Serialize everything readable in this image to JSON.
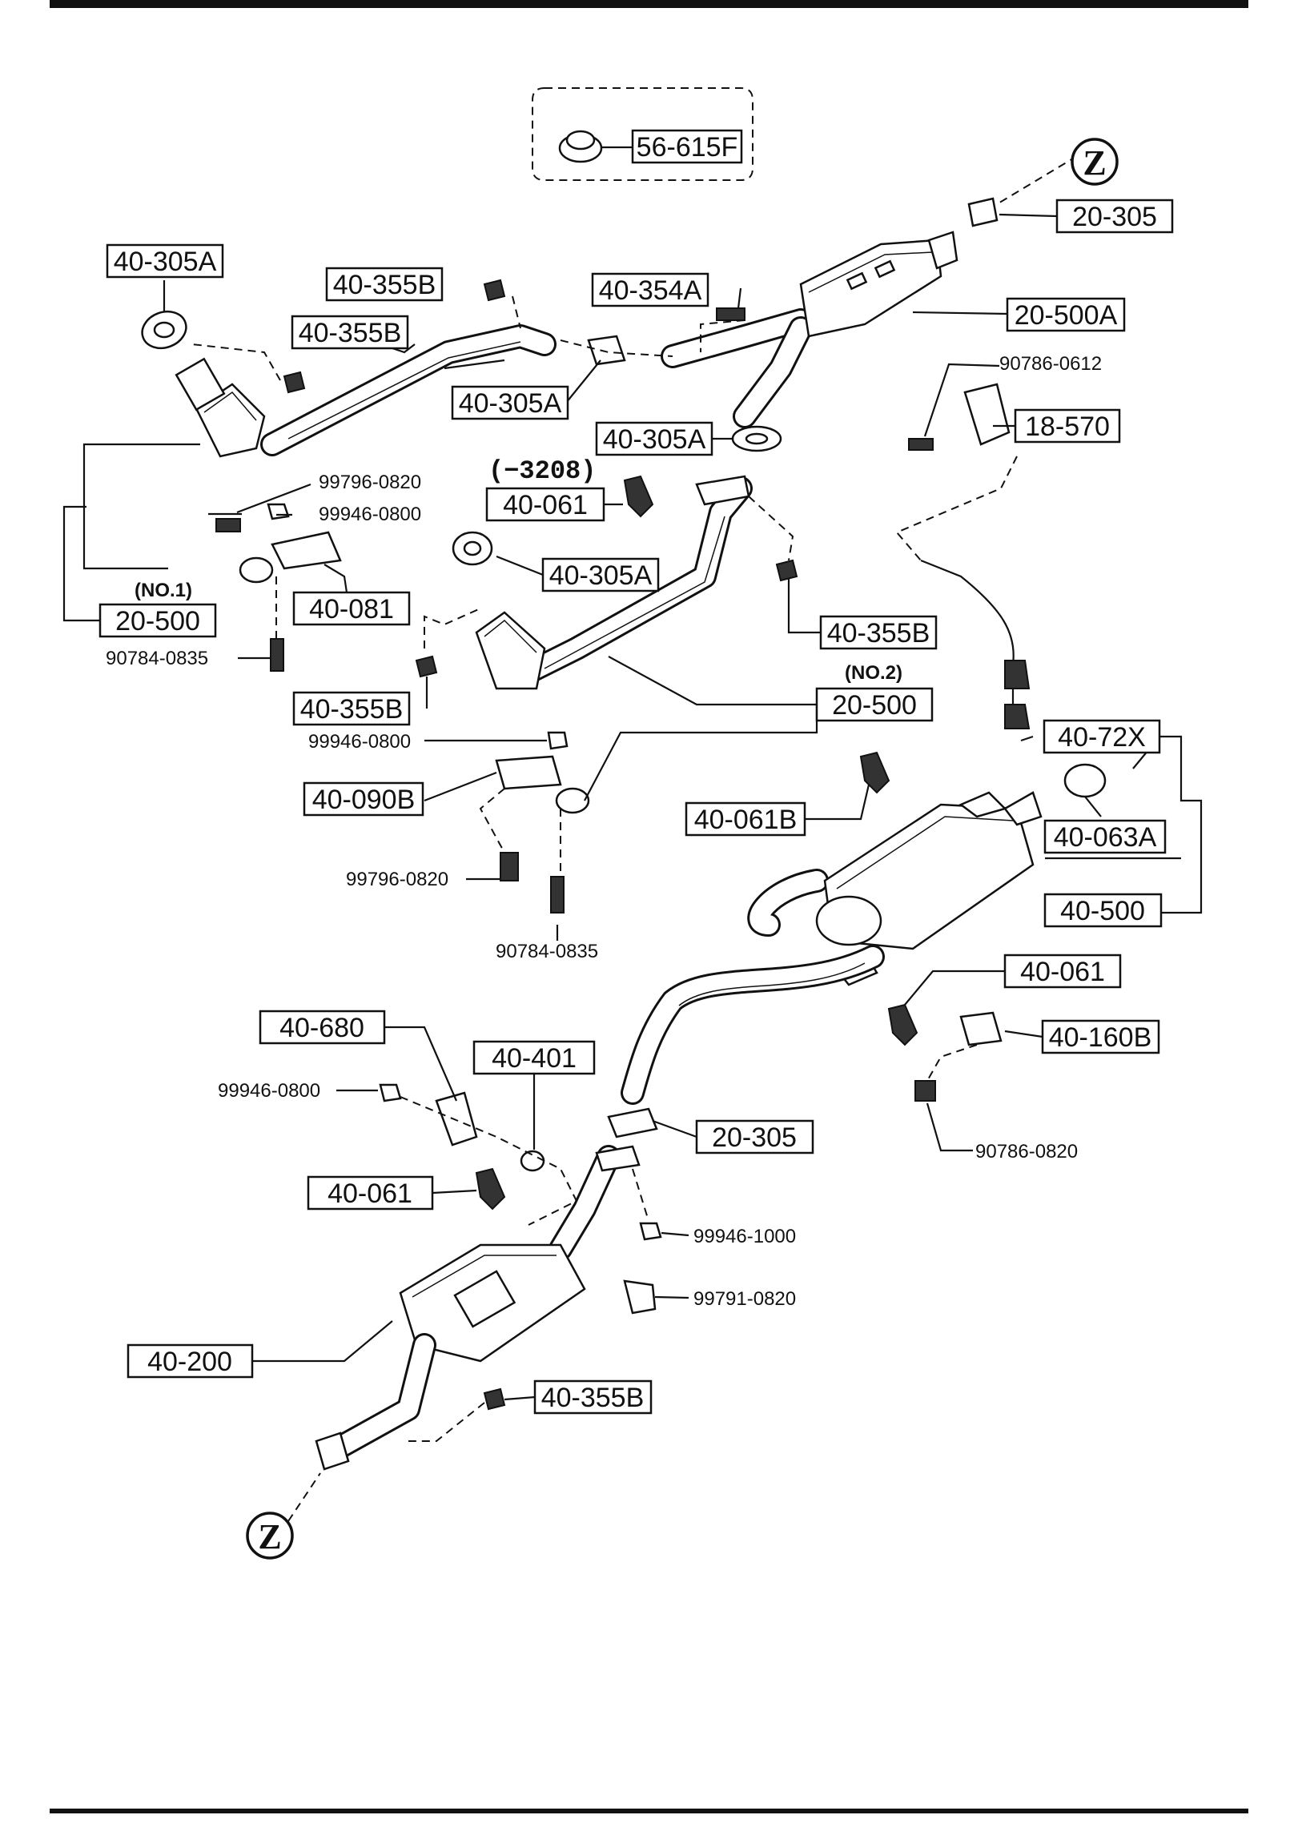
{
  "diagram": {
    "connector_z_top": "Z",
    "connector_z_bottom": "Z",
    "serial_note": "(−3208)",
    "note_no1": "(NO.1)",
    "note_no2": "(NO.2)"
  },
  "boxed_labels": {
    "p56_615F": "56-615F",
    "p20_305_top": "20-305",
    "p40_305A_tl": "40-305A",
    "p40_355B_a": "40-355B",
    "p40_355B_b": "40-355B",
    "p40_354A": "40-354A",
    "p20_500A": "20-500A",
    "p40_305A_mid": "40-305A",
    "p40_305A_right": "40-305A",
    "p18_570": "18-570",
    "p40_061_top": "40-061",
    "p40_305A_center": "40-305A",
    "p40_081": "40-081",
    "p20_500_no1": "20-500",
    "p40_355B_right": "40-355B",
    "p20_500_no2": "20-500",
    "p40_355B_left": "40-355B",
    "p40_72X": "40-72X",
    "p40_090B": "40-090B",
    "p40_061B": "40-061B",
    "p40_063A": "40-063A",
    "p40_500": "40-500",
    "p40_061_right": "40-061",
    "p40_160B": "40-160B",
    "p40_680": "40-680",
    "p40_401": "40-401",
    "p20_305_low": "20-305",
    "p40_061_low": "40-061",
    "p40_200": "40-200",
    "p40_355B_bottom": "40-355B"
  },
  "plain_labels": {
    "p90786_0612": "90786-0612",
    "p99796_0820_a": "99796-0820",
    "p99946_0800_a": "99946-0800",
    "p90784_0835_a": "90784-0835",
    "p99946_0800_b": "99946-0800",
    "p99796_0820_b": "99796-0820",
    "p90784_0835_b": "90784-0835",
    "p99946_0800_c": "99946-0800",
    "p90786_0820": "90786-0820",
    "p99946_1000": "99946-1000",
    "p99791_0820": "99791-0820"
  }
}
